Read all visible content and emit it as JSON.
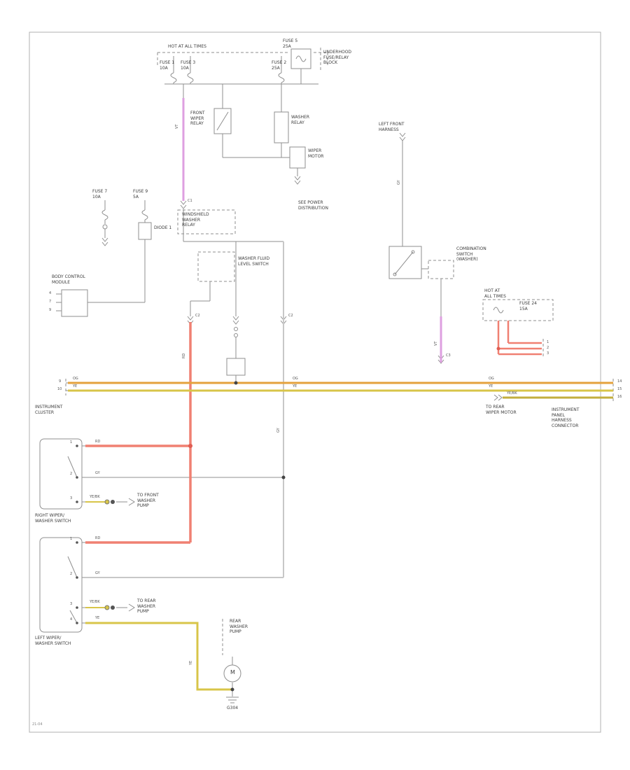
{
  "labels": {
    "hot_top": "HOT AT ALL TIMES",
    "hot_right": "HOT AT\nALL TIMES",
    "fuse_block": "UNDERHOOD\nFUSE/RELAY\nBLOCK",
    "feed_right": "LEFT FRONT\nHARNESS",
    "relay1": "FRONT\nWIPER\nRELAY",
    "relay2": "WASHER\nRELAY",
    "wiper_motor": "WIPER\nMOTOR",
    "comb_switch": "COMBINATION\nSWITCH\n(WASHER)",
    "note_center": "SEE POWER\nDISTRIBUTION",
    "washer_relay": "WINDSHIELD\nWASHER\nRELAY",
    "fluid_switch": "WASHER FLUID\nLEVEL SWITCH",
    "diode": "DIODE 1",
    "bcm": "BODY CONTROL\nMODULE",
    "cluster": "INSTRUMENT\nCLUSTER",
    "box1": "RIGHT WIPER/\nWASHER SWITCH",
    "box2": "LEFT WIPER/\nWASHER SWITCH",
    "arrow1": "TO FRONT\nWASHER\nPUMP",
    "arrow2": "TO REAR\nWASHER\nPUMP",
    "pump": "REAR\nWASHER\nPUMP",
    "motor_m": "M",
    "ground": "G304",
    "right_block": "INSTRUMENT\nPANEL\nHARNESS\nCONNECTOR",
    "to_rear": "TO REAR\nWIPER MOTOR",
    "code": "21-04"
  },
  "fuses": {
    "t1": "FUSE 1\n10A",
    "t2": "FUSE 3\n10A",
    "t3": "FUSE 2\n25A",
    "top": "FUSE 5\n25A",
    "m1": "FUSE 7\n10A",
    "m2": "FUSE 9\n5A",
    "right": "FUSE 24\n15A"
  },
  "connectors": {
    "c1": "C1",
    "c2": "C2",
    "c3": "C2",
    "c4": "C3"
  },
  "pins": {
    "bus_left": [
      "9",
      "10"
    ],
    "bus_right": [
      "14",
      "15",
      "16"
    ],
    "red_right": [
      "1",
      "2",
      "3"
    ],
    "bcm": [
      "4",
      "7",
      "9"
    ],
    "box": [
      "1",
      "2",
      "3",
      "4"
    ]
  },
  "wire_colors": {
    "og": "OG",
    "ye": "YE",
    "rd": "RD",
    "gy": "GY",
    "vt": "VT",
    "yebk": "YE/BK"
  },
  "colors": {
    "wire_red": "#f08072",
    "wire_red_dark": "#e05d52",
    "wire_orange": "#e4a23c",
    "wire_yellow": "#d8c549",
    "wire_olive": "#c3ae3e",
    "wire_violet": "#de9fe0",
    "wire_gray": "#c8c8c8",
    "chip_dark": "#555555"
  }
}
